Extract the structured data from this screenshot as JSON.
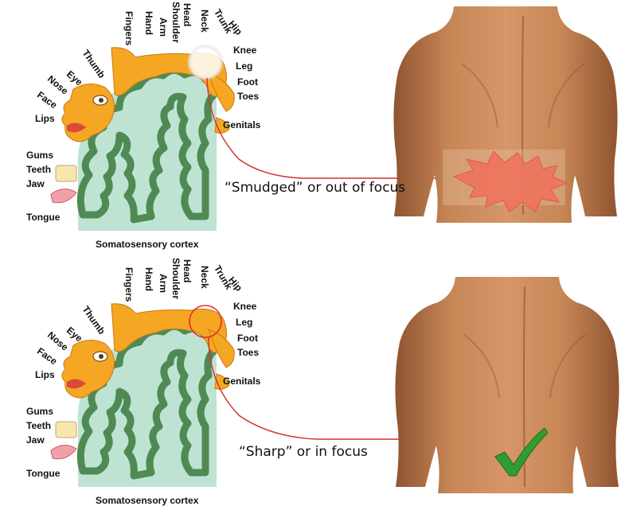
{
  "colors": {
    "homunculus": "#f5a623",
    "cortex_fill": "#bfe3d3",
    "cortex_gyri": "#4f8a55",
    "skin": "#c98557",
    "pain": "#f0705a",
    "focus_circle": "#e03030",
    "check": "#2f9e2f"
  },
  "body_labels": {
    "radial": [
      "Fingers",
      "Hand",
      "Arm",
      "Shoulder",
      "Head",
      "Neck",
      "Trunk",
      "Hip"
    ],
    "thumb": "Thumb",
    "eye": "Eye",
    "nose": "Nose",
    "face": "Face",
    "lips": "Lips",
    "gums": "Gums",
    "teeth": "Teeth",
    "jaw": "Jaw",
    "tongue": "Tongue",
    "knee": "Knee",
    "leg": "Leg",
    "foot": "Foot",
    "toes": "Toes",
    "genitals": "Genitals"
  },
  "panels": [
    {
      "id": "smudged",
      "caption": "Somatosensory cortex",
      "statement": "“Smudged” or out of focus",
      "focus_state": "blurred",
      "indicator": "pain-burst"
    },
    {
      "id": "sharp",
      "caption": "Somatosensory cortex",
      "statement": "“Sharp” or in focus",
      "focus_state": "sharp",
      "indicator": "check-mark-icon"
    }
  ]
}
